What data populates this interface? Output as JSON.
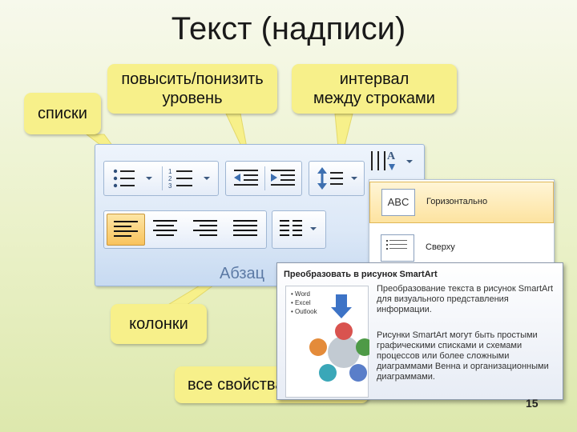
{
  "slide": {
    "title": "Текст (надписи)",
    "page_number": "15"
  },
  "callouts": {
    "lists": "списки",
    "indent_line1": "повысить/понизить",
    "indent_line2": "уровень",
    "spacing_line1": "интервал",
    "spacing_line2": "между строками",
    "columns": "колонки",
    "all_props": "все свойства"
  },
  "ribbon": {
    "group_label": "Абзац"
  },
  "gallery": {
    "items": [
      {
        "thumb": "ABC",
        "label": "Горизонтально"
      },
      {
        "thumb": "",
        "label": "Сверху"
      }
    ]
  },
  "tooltip": {
    "title": "Преобразовать в рисунок SmartArt",
    "list_items": [
      "Word",
      "Excel",
      "Outlook"
    ],
    "para1_line1": "Преобразование текста в рисунок SmartArt",
    "para1_line2": "для визуального представления",
    "para1_line3": "информации.",
    "para2_line1": "Рисунки SmartArt могут быть простыми",
    "para2_line2": "графическими списками и схемами",
    "para2_line3": "процессов или более сложными",
    "para2_line4": "диаграммами Венна и организационными",
    "para2_line5": "диаграммами."
  },
  "colors": {
    "callout_fill": "#f7f08a",
    "active_button": "#f9c35c",
    "ribbon_blue": "#dce8f7",
    "icon_dark": "#1f1f1f",
    "icon_blue": "#3d6fb0"
  },
  "icons": {
    "bullets": "bulleted-list-icon",
    "numbering": "numbered-list-icon",
    "decrease_indent": "decrease-indent-icon",
    "increase_indent": "increase-indent-icon",
    "line_spacing": "line-spacing-icon",
    "text_direction": "text-direction-icon",
    "align_left": "align-left-icon",
    "align_center": "align-center-icon",
    "align_right": "align-right-icon",
    "justify": "justify-icon",
    "columns": "columns-icon",
    "convert_smartart": "convert-smartart-icon"
  }
}
